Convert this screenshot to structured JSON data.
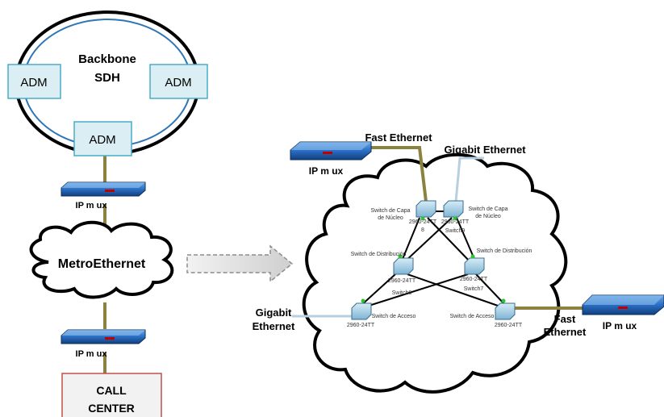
{
  "backbone": {
    "title_line1": "Backbone",
    "title_line2": "SDH"
  },
  "adm": {
    "left": "ADM",
    "right": "ADM",
    "bottom": "ADM"
  },
  "ipmux": {
    "top_left": "IP m ux",
    "bottom_left": "IP m ux",
    "cloud_left": "IP m ux",
    "cloud_right": "IP m ux"
  },
  "metro": {
    "label": "MetroEthernet"
  },
  "callcenter": {
    "line1": "CALL",
    "line2": "CENTER"
  },
  "links": {
    "fast_top": "Fast Ethernet",
    "gigabit_top": "Gigabit Ethernet",
    "gigabit_left_1": "Gigabit",
    "gigabit_left_2": "Ethernet",
    "fast_right_1": "Fast",
    "fast_right_2": "Ethernet"
  },
  "switches": {
    "core_left_role": "Switch de Capa de Núcleo",
    "core_left_role_1": "Switch de Capa",
    "core_left_role_2": "de Núcleo",
    "core_left_model": "2960-24TT",
    "core_left_name": "8",
    "core_right_role_1": "Switch de Capa",
    "core_right_role_2": "de Núcleo",
    "core_right_model": "2960-24TT",
    "core_right_name": "Switch9",
    "dist_left_role": "Switch de Distribución",
    "dist_left_model": "2960-24TT",
    "dist_left_name": "Switch6",
    "dist_right_role": "Switch de Distribución",
    "dist_right_model": "2960-24TT",
    "dist_right_name": "Switch7",
    "acc_left_role": "Switch de Acceso",
    "acc_left_model": "2960-24TT",
    "acc_right_role": "Switch de Acceso",
    "acc_right_model": "2960-24TT"
  },
  "colors": {
    "adm_fill": "#daeef3",
    "adm_border": "#4bacc6",
    "ring_outer": "#000000",
    "ring_inner": "#2e75b6",
    "link_olive": "#8c8240",
    "link_lightblue": "#b7cfe0",
    "device_blue": "#1f5fa8",
    "callcenter_border": "#c0504d",
    "arrow_gray": "#a6a6a6"
  }
}
